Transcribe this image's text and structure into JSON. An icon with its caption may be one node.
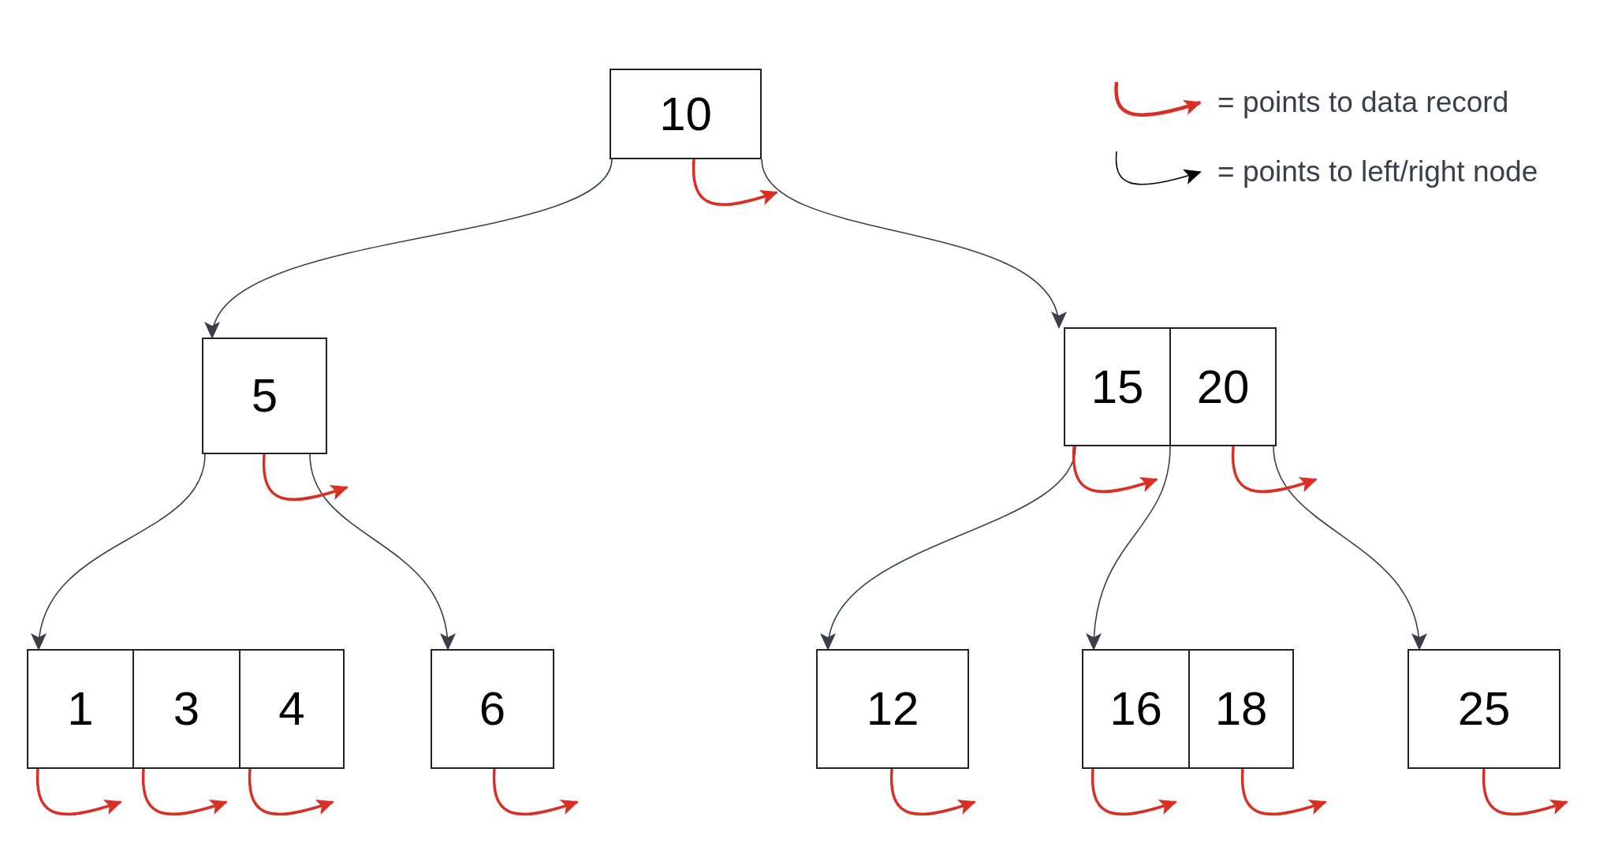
{
  "diagram": {
    "nodes": [
      {
        "text": [
          "10"
        ]
      },
      {
        "text": [
          "5"
        ]
      },
      {
        "text": [
          "15"
        ]
      },
      {
        "text": [
          "20"
        ]
      },
      {
        "text": [
          "1"
        ]
      },
      {
        "text": [
          "3"
        ]
      },
      {
        "text": [
          "4"
        ]
      },
      {
        "text": [
          "6"
        ]
      },
      {
        "text": [
          "12"
        ]
      },
      {
        "text": [
          "16"
        ]
      },
      {
        "text": [
          "18"
        ]
      },
      {
        "text": [
          "25"
        ]
      }
    ],
    "edges": [
      {
        "from": 0,
        "to": 1,
        "arrow": "to",
        "color": "#3a3f4b"
      },
      {
        "from": 0,
        "to": 2,
        "arrow": "to",
        "color": "#3a3f4b"
      },
      {
        "from": 0,
        "to": null,
        "arrow": "to",
        "color": "#d93025"
      },
      {
        "from": 1,
        "to": 4,
        "arrow": "to",
        "color": "#3a3f4b"
      },
      {
        "from": 1,
        "to": 7,
        "arrow": "to",
        "color": "#3a3f4b"
      },
      {
        "from": 1,
        "to": null,
        "arrow": "to",
        "color": "#d93025"
      },
      {
        "from": 2,
        "to": 8,
        "arrow": "to",
        "color": "#3a3f4b"
      },
      {
        "from": 2,
        "to": 9,
        "arrow": "to",
        "color": "#3a3f4b"
      },
      {
        "from": 2,
        "to": null,
        "arrow": "to",
        "color": "#d93025"
      },
      {
        "from": 3,
        "to": 11,
        "arrow": "to",
        "color": "#3a3f4b"
      },
      {
        "from": 3,
        "to": null,
        "arrow": "to",
        "color": "#d93025"
      },
      {
        "from": 4,
        "to": null,
        "arrow": "to",
        "color": "#d93025"
      },
      {
        "from": 5,
        "to": null,
        "arrow": "to",
        "color": "#d93025"
      },
      {
        "from": 6,
        "to": null,
        "arrow": "to",
        "color": "#d93025"
      },
      {
        "from": 7,
        "to": null,
        "arrow": "to",
        "color": "#d93025"
      },
      {
        "from": 8,
        "to": null,
        "arrow": "to",
        "color": "#d93025"
      },
      {
        "from": 9,
        "to": null,
        "arrow": "to",
        "color": "#d93025"
      },
      {
        "from": 10,
        "to": null,
        "arrow": "to",
        "color": "#d93025"
      },
      {
        "from": 11,
        "to": null,
        "arrow": "to",
        "color": "#d93025"
      }
    ],
    "legend": [
      {
        "text": "= points to data record"
      },
      {
        "text": "= points to left/right node"
      }
    ]
  }
}
